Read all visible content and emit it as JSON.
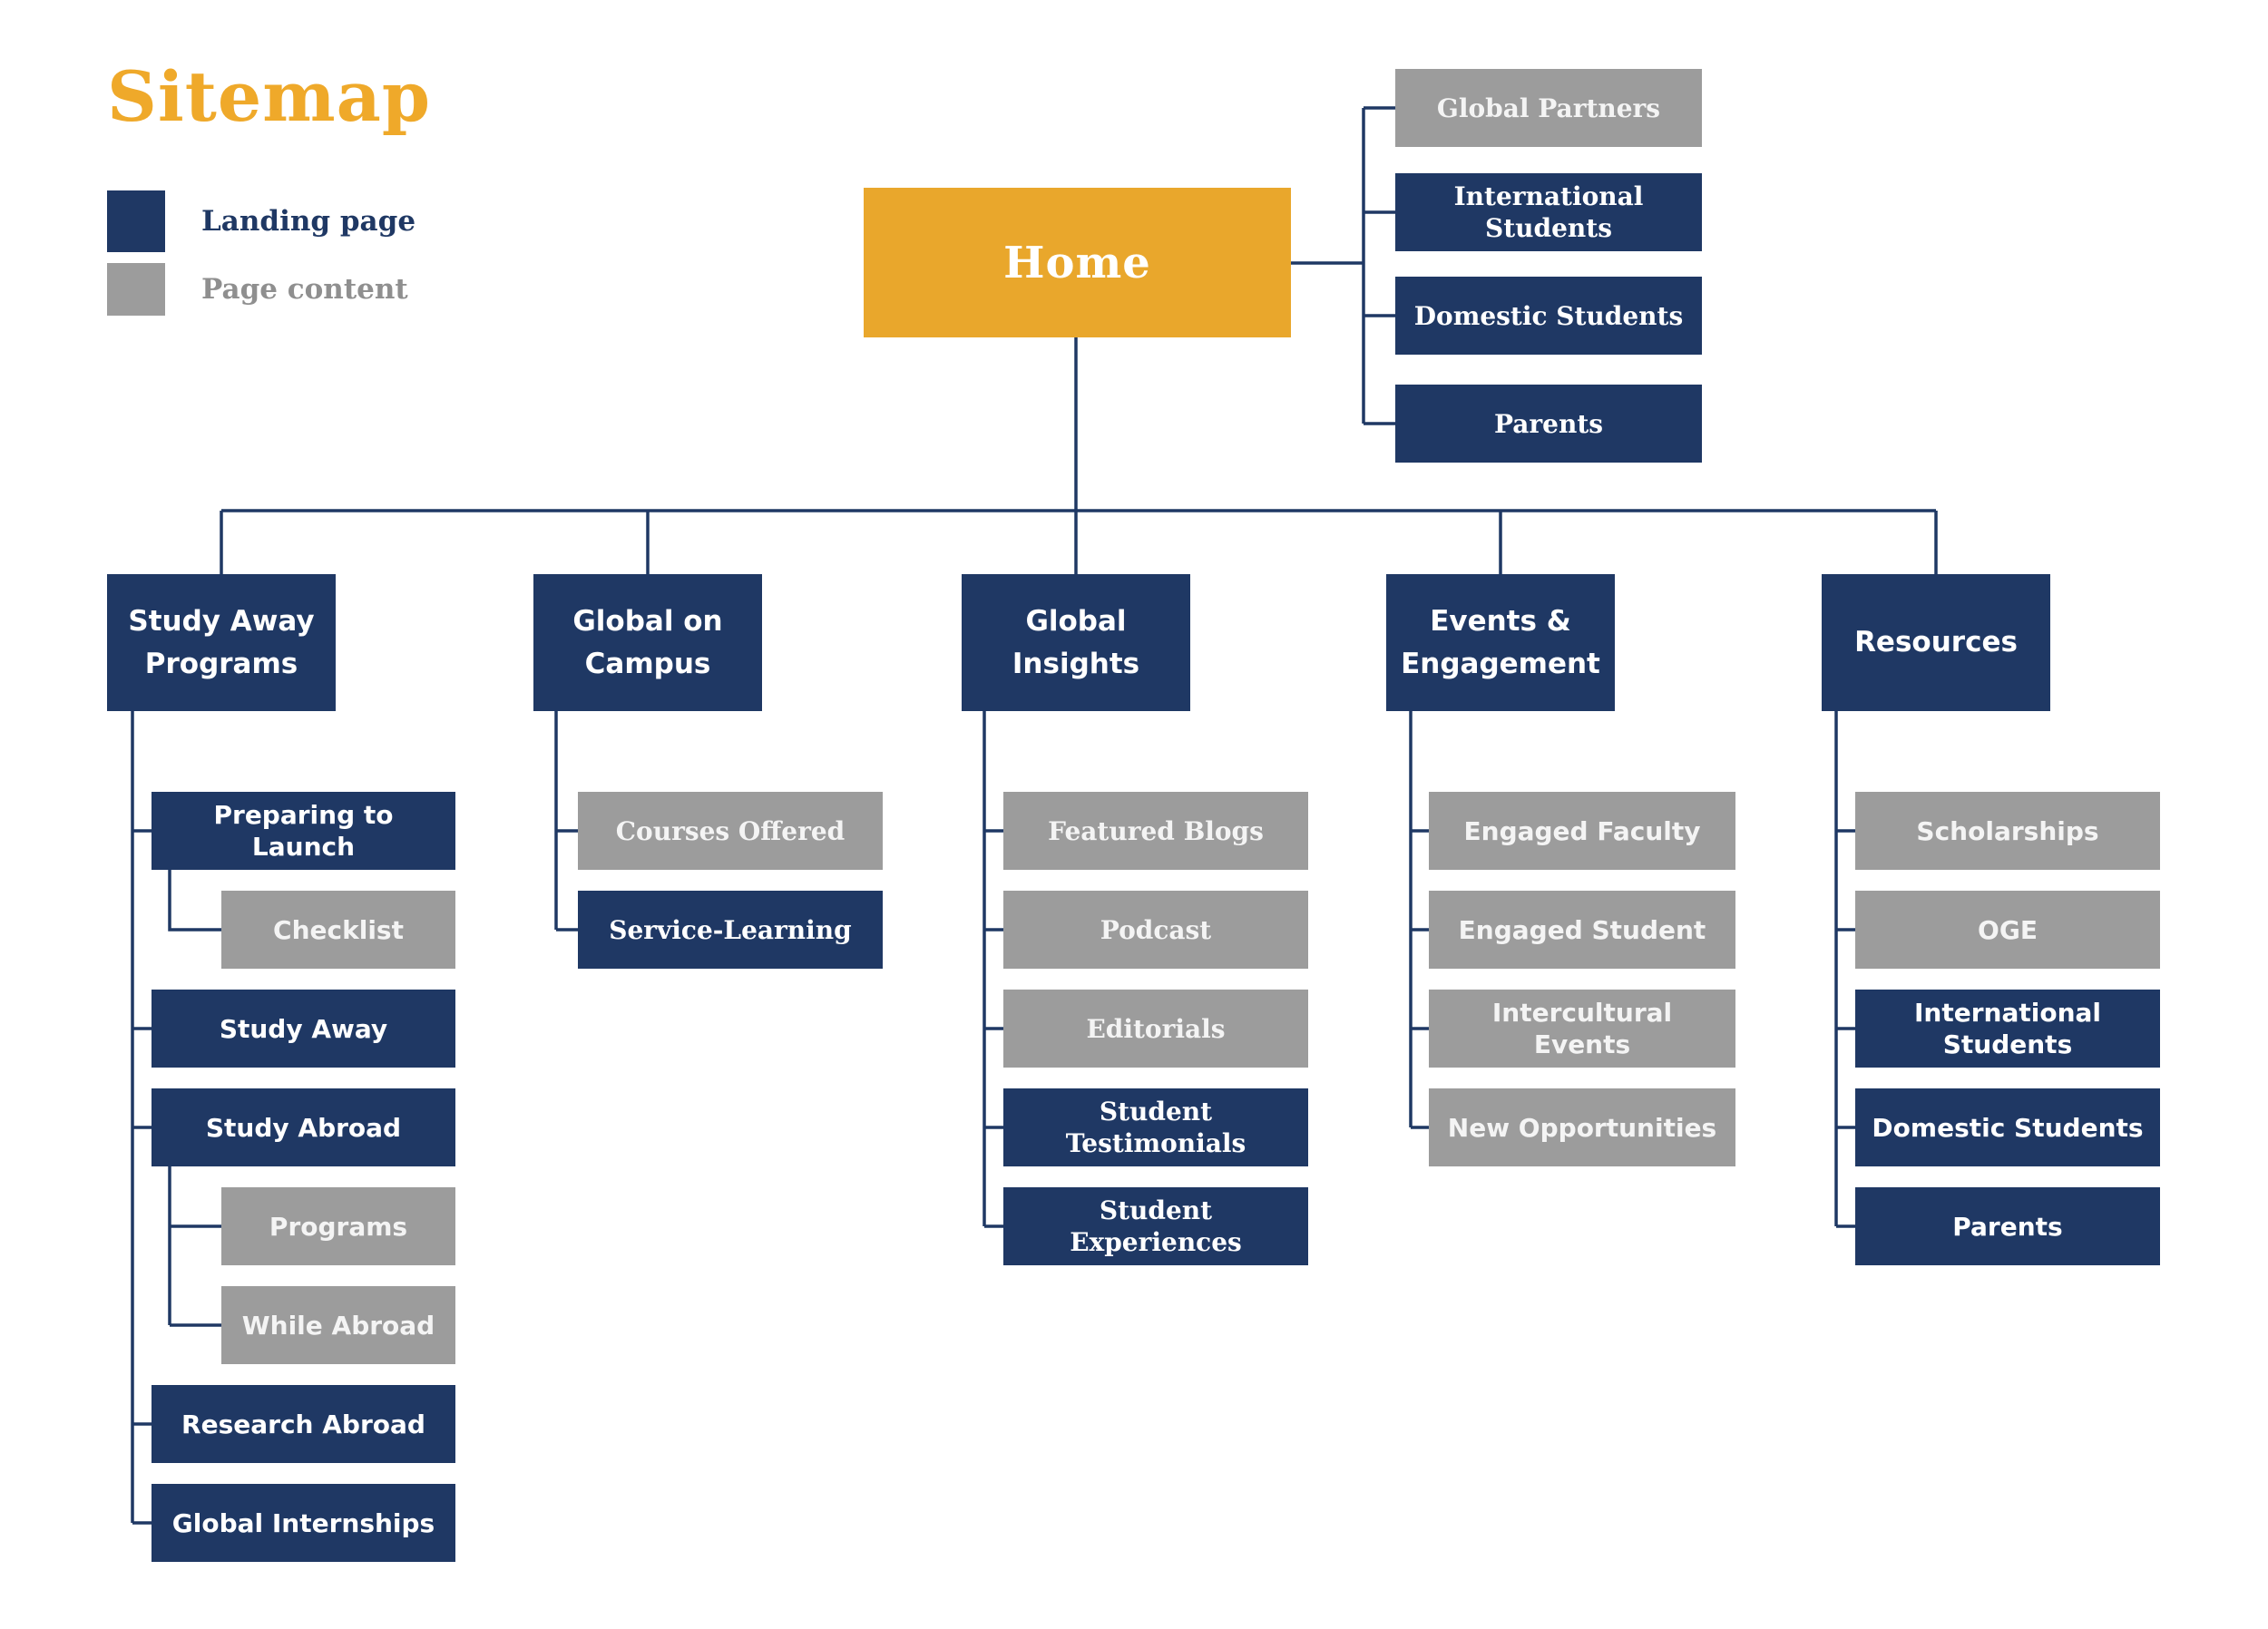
{
  "title": "Sitemap",
  "colors": {
    "landing": "#1F3864",
    "content": "#9C9C9C",
    "home": "#E9A72C",
    "title": "#EFA92A",
    "connector": "#1F3864"
  },
  "legend": {
    "landing": {
      "label": "Landing page"
    },
    "content": {
      "label": "Page content"
    }
  },
  "home": {
    "label": "Home",
    "type": "home"
  },
  "home_children": [
    {
      "label": "Global Partners",
      "type": "content"
    },
    {
      "label": "International Students",
      "type": "landing"
    },
    {
      "label": "Domestic Students",
      "type": "landing"
    },
    {
      "label": "Parents",
      "type": "landing"
    }
  ],
  "branches": [
    {
      "label": "Study Away Programs",
      "type": "landing",
      "children": [
        {
          "label": "Preparing to Launch",
          "type": "landing",
          "indent": 0
        },
        {
          "label": "Checklist",
          "type": "content",
          "indent": 1
        },
        {
          "label": "Study Away",
          "type": "landing",
          "indent": 0
        },
        {
          "label": "Study Abroad",
          "type": "landing",
          "indent": 0
        },
        {
          "label": "Programs",
          "type": "content",
          "indent": 1
        },
        {
          "label": "While Abroad",
          "type": "content",
          "indent": 1
        },
        {
          "label": "Research Abroad",
          "type": "landing",
          "indent": 0
        },
        {
          "label": "Global Internships",
          "type": "landing",
          "indent": 0
        }
      ]
    },
    {
      "label": "Global on Campus",
      "type": "landing",
      "children": [
        {
          "label": "Courses Offered",
          "type": "content",
          "indent": 0
        },
        {
          "label": "Service-Learning",
          "type": "landing",
          "indent": 0
        }
      ]
    },
    {
      "label": "Global Insights",
      "type": "landing",
      "children": [
        {
          "label": "Featured Blogs",
          "type": "content",
          "indent": 0
        },
        {
          "label": "Podcast",
          "type": "content",
          "indent": 0
        },
        {
          "label": "Editorials",
          "type": "content",
          "indent": 0
        },
        {
          "label": "Student Testimonials",
          "type": "landing",
          "indent": 0
        },
        {
          "label": "Student Experiences",
          "type": "landing",
          "indent": 0
        }
      ]
    },
    {
      "label": "Events & Engagement",
      "type": "landing",
      "children": [
        {
          "label": "Engaged Faculty",
          "type": "content",
          "indent": 0
        },
        {
          "label": "Engaged Student",
          "type": "content",
          "indent": 0
        },
        {
          "label": "Intercultural Events",
          "type": "content",
          "indent": 0
        },
        {
          "label": "New Opportunities",
          "type": "content",
          "indent": 0
        }
      ]
    },
    {
      "label": "Resources",
      "type": "landing",
      "children": [
        {
          "label": "Scholarships",
          "type": "content",
          "indent": 0
        },
        {
          "label": "OGE",
          "type": "content",
          "indent": 0
        },
        {
          "label": "International Students",
          "type": "landing",
          "indent": 0
        },
        {
          "label": "Domestic Students",
          "type": "landing",
          "indent": 0
        },
        {
          "label": "Parents",
          "type": "landing",
          "indent": 0
        }
      ]
    }
  ]
}
